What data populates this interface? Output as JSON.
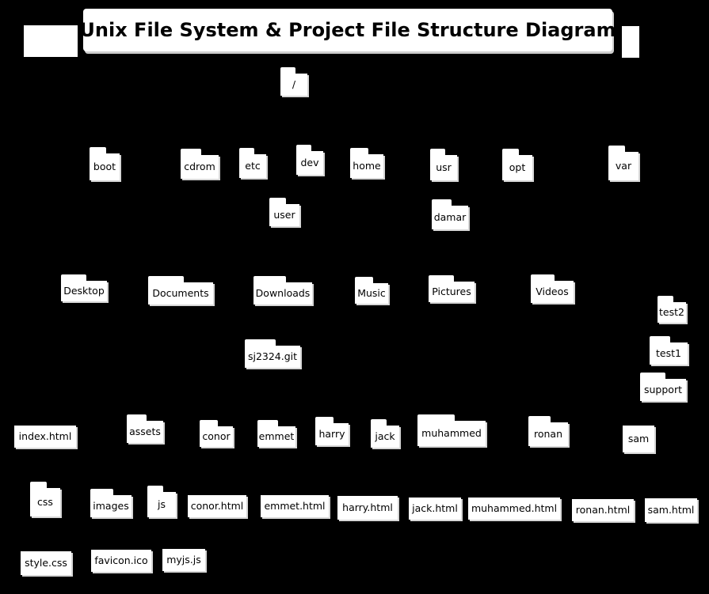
{
  "diagram": {
    "title": "Unix File System & Project File Structure Diagram",
    "nodes": [
      {
        "id": "root",
        "kind": "folder",
        "label": "/"
      },
      {
        "id": "boot",
        "kind": "folder",
        "label": "boot"
      },
      {
        "id": "cdrom",
        "kind": "folder",
        "label": "cdrom"
      },
      {
        "id": "etc",
        "kind": "folder",
        "label": "etc"
      },
      {
        "id": "dev",
        "kind": "folder",
        "label": "dev"
      },
      {
        "id": "home",
        "kind": "folder",
        "label": "home"
      },
      {
        "id": "usr",
        "kind": "folder",
        "label": "usr"
      },
      {
        "id": "opt",
        "kind": "folder",
        "label": "opt"
      },
      {
        "id": "var",
        "kind": "folder",
        "label": "var"
      },
      {
        "id": "user",
        "kind": "folder",
        "label": "user"
      },
      {
        "id": "damar",
        "kind": "folder",
        "label": "damar"
      },
      {
        "id": "desktop",
        "kind": "folder",
        "label": "Desktop"
      },
      {
        "id": "documents",
        "kind": "folder",
        "label": "Documents"
      },
      {
        "id": "downloads",
        "kind": "folder",
        "label": "Downloads"
      },
      {
        "id": "music",
        "kind": "folder",
        "label": "Music"
      },
      {
        "id": "pictures",
        "kind": "folder",
        "label": "Pictures"
      },
      {
        "id": "videos",
        "kind": "folder",
        "label": "Videos"
      },
      {
        "id": "test2",
        "kind": "folder",
        "label": "test2"
      },
      {
        "id": "test1",
        "kind": "folder",
        "label": "test1"
      },
      {
        "id": "support",
        "kind": "folder",
        "label": "support"
      },
      {
        "id": "sj2324",
        "kind": "folder",
        "label": "sj2324.git"
      },
      {
        "id": "index-html",
        "kind": "file",
        "label": "index.html"
      },
      {
        "id": "assets",
        "kind": "folder",
        "label": "assets"
      },
      {
        "id": "conor",
        "kind": "folder",
        "label": "conor"
      },
      {
        "id": "emmet",
        "kind": "folder",
        "label": "emmet"
      },
      {
        "id": "harry",
        "kind": "folder",
        "label": "harry"
      },
      {
        "id": "jack",
        "kind": "folder",
        "label": "jack"
      },
      {
        "id": "muhammed",
        "kind": "folder",
        "label": "muhammed"
      },
      {
        "id": "ronan",
        "kind": "folder",
        "label": "ronan"
      },
      {
        "id": "sam",
        "kind": "file",
        "label": "sam"
      },
      {
        "id": "css",
        "kind": "folder",
        "label": "css"
      },
      {
        "id": "images",
        "kind": "folder",
        "label": "images"
      },
      {
        "id": "js",
        "kind": "folder",
        "label": "js"
      },
      {
        "id": "conor-html",
        "kind": "file",
        "label": "conor.html"
      },
      {
        "id": "emmet-html",
        "kind": "file",
        "label": "emmet.html"
      },
      {
        "id": "harry-html",
        "kind": "file",
        "label": "harry.html"
      },
      {
        "id": "jack-html",
        "kind": "file",
        "label": "jack.html"
      },
      {
        "id": "muhammed-html",
        "kind": "file",
        "label": "muhammed.html"
      },
      {
        "id": "ronan-html",
        "kind": "file",
        "label": "ronan.html"
      },
      {
        "id": "sam-html",
        "kind": "file",
        "label": "sam.html"
      },
      {
        "id": "style-css",
        "kind": "file",
        "label": "style.css"
      },
      {
        "id": "favicon-ico",
        "kind": "file",
        "label": "favicon.ico"
      },
      {
        "id": "myjs-js",
        "kind": "file",
        "label": "myjs.js"
      }
    ]
  }
}
